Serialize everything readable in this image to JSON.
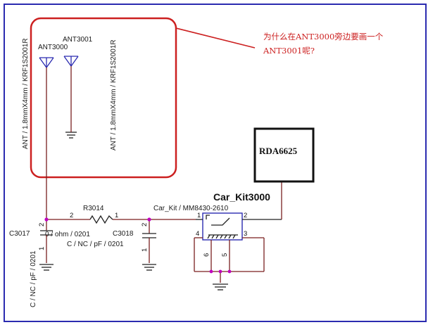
{
  "annotation": {
    "line1": "为什么在ANT3000旁边要画一个",
    "line2": "ANT3001呢?",
    "color": "#cc2020"
  },
  "antennas": {
    "ant3000": {
      "ref": "ANT3000",
      "part": "ANT / 1.8mmX4mm / KRF1S2001R"
    },
    "ant3001": {
      "ref": "ANT3001",
      "part": "ANT / 1.8mmX4mm / KRF1S2001R"
    }
  },
  "components": {
    "r3014": {
      "ref": "R3014",
      "value": "0 / ohm / 0201",
      "pin_left": "2",
      "pin_right": "1"
    },
    "c3017": {
      "ref": "C3017",
      "value": "C / NC / pF / 0201",
      "pin_top": "2",
      "pin_bottom": "1"
    },
    "c3018": {
      "ref": "C3018",
      "value": "C / NC / pF / 0201",
      "pin_top": "2",
      "pin_bottom": "1"
    },
    "car_kit": {
      "ref": "Car_Kit3000",
      "value": "Car_Kit / MM8430-2610",
      "pins": {
        "p1": "1",
        "p2": "2",
        "p3": "3",
        "p4": "4",
        "p5": "5",
        "p6": "6"
      }
    },
    "rda": {
      "label": "RDA6625"
    }
  },
  "colors": {
    "frame": "#2b2bb0",
    "wire": "#7a1f1f",
    "junction": "#c000c0",
    "highlight": "#cc2020"
  }
}
